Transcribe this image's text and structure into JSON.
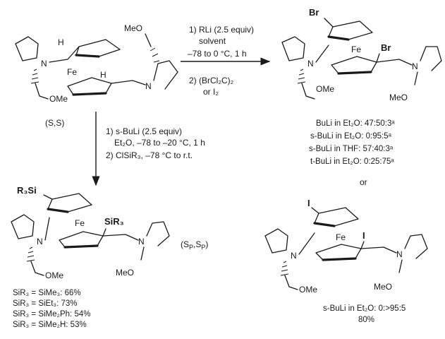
{
  "reaction_conditions": {
    "top": {
      "step1_line1": "1) RLi (2.5 equiv)",
      "step1_line2": "solvent",
      "step1_line3": "–78 to 0 °C, 1 h",
      "step2_line1": "2) (BrCl₂C)₂",
      "step2_line2": "or I₂"
    },
    "down": {
      "step1_line1": "1) s-BuLi (2.5 equiv)",
      "step1_line2": "Et₂O, –78 to –20 °C, 1 h",
      "step2_line1": "2) ClSiR₃, –78 °C to r.t."
    }
  },
  "labels": {
    "ss": "(S,S)",
    "sp_sp": "(S",
    "or": "or"
  },
  "bromo_results": [
    "BuLi in Et₂O: 47:50:3ᵃ",
    "s-BuLi in Et₂O: 0:95:5ᵃ",
    "s-BuLi in THF: 57:40:3ᵃ",
    "t-BuLi in Et₂O: 0:25:75ᵃ"
  ],
  "iodo_results": [
    "s-BuLi in Et₂O: 0:>95:5",
    "80%"
  ],
  "silyl_results": [
    "SiR₃ = SiMe₃: 66%",
    "SiR₃ = SiEt₃: 73%",
    "SiR₃ = SiMe₂Ph: 54%",
    "SiR₃ = SiMe₂H: 53%"
  ],
  "atoms": {
    "N": "N",
    "Fe": "Fe",
    "H": "H",
    "MeO": "MeO",
    "OMe": "OMe",
    "Br": "Br",
    "I": "I",
    "SiR3_a": "R₃Si",
    "SiR3_b": "SiR₃"
  }
}
